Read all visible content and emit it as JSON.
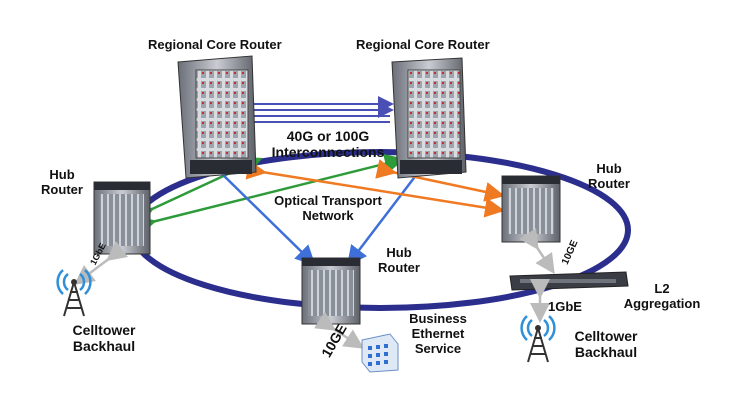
{
  "labels": {
    "core_left": "Regional Core Router",
    "core_right": "Regional Core Router",
    "interconnect_line1": "40G or 100G",
    "interconnect_line2": "Interconnections",
    "otn_line1": "Optical Transport",
    "otn_line2": "Network",
    "hub_left_line1": "Hub",
    "hub_left_line2": "Router",
    "hub_right_line1": "Hub",
    "hub_right_line2": "Router",
    "hub_bottom_line1": "Hub",
    "hub_bottom_line2": "Router",
    "link_left": "1GbE",
    "link_right": "10GE",
    "link_bottom": "10GE",
    "link_l2": "1GbE",
    "l2_line1": "L2",
    "l2_line2": "Aggregation",
    "cell_left_line1": "Celltower",
    "cell_left_line2": "Backhaul",
    "cell_right_line1": "Celltower",
    "cell_right_line2": "Backhaul",
    "biz_line1": "Business",
    "biz_line2": "Ethernet",
    "biz_line3": "Service"
  },
  "colors": {
    "ring": "#2b2e8c",
    "green_link": "#2e9b3a",
    "blue_link": "#3f6fd8",
    "orange_link": "#f07a22",
    "interconnect": "#4a4fb5"
  },
  "icons": [
    "router-chassis",
    "cell-tower",
    "building",
    "switch"
  ]
}
